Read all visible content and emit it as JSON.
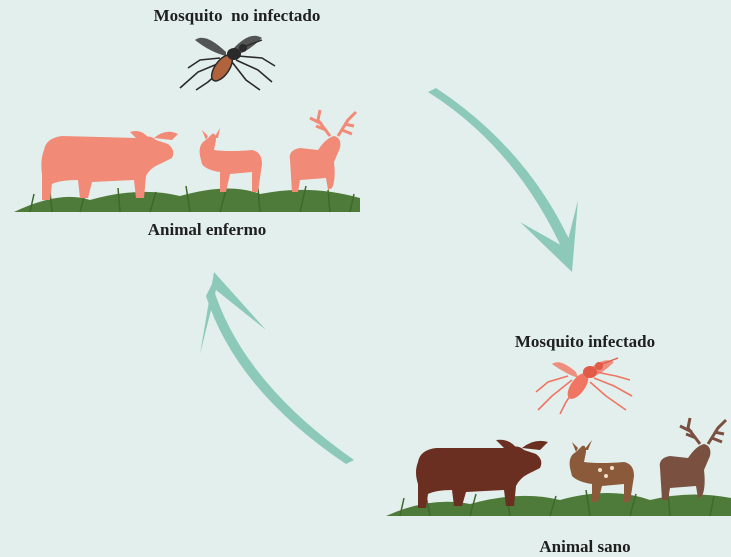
{
  "labels": {
    "mosquito_not_infected": "Mosquito  no infectado",
    "sick_animal": "Animal enfermo",
    "infected_mosquito": "Mosquito infectado",
    "healthy_animal": "Animal sano"
  },
  "colors": {
    "background": "#e3efec",
    "arrow": "#8cc9b8",
    "sick_tint": "#f28a78",
    "infected_mosquito": "#f07563",
    "healthy_cow": "#6b2f22",
    "healthy_deer": "#8a5a3a",
    "grass": "#4e7a3a",
    "mosquito_dark": "#2a2a2a"
  }
}
